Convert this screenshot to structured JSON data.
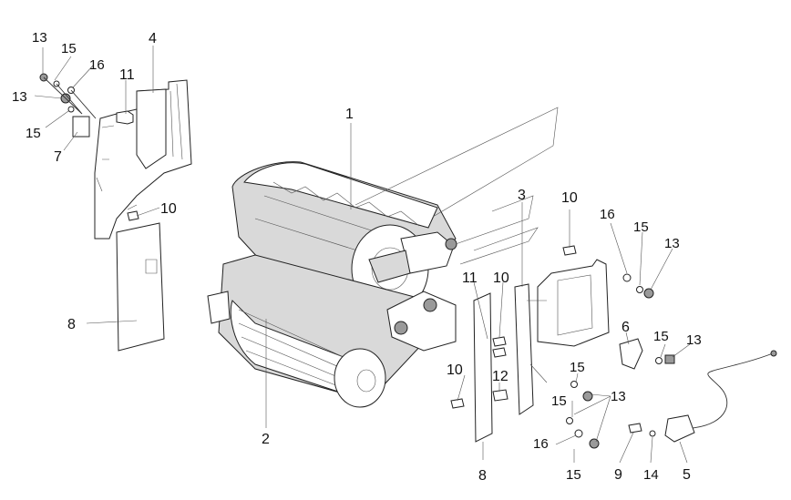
{
  "callouts": {
    "c1": "1",
    "c2": "2",
    "c3": "3",
    "c4": "4",
    "c5": "5",
    "c6": "6",
    "c7": "7",
    "c8a": "8",
    "c8b": "8",
    "c9": "9",
    "c10a": "10",
    "c10b": "10",
    "c10c": "10",
    "c10d": "10",
    "c11a": "11",
    "c11b": "11",
    "c12": "12",
    "c13a": "13",
    "c13b": "13",
    "c13c": "13",
    "c13d": "13",
    "c13e": "13",
    "c14": "14",
    "c15a": "15",
    "c15b": "15",
    "c15c": "15",
    "c15d": "15",
    "c15e": "15",
    "c15f": "15",
    "c15g": "15",
    "c16a": "16",
    "c16b": "16",
    "c16c": "16"
  },
  "colors": {
    "line": "#222222",
    "shade": "#d9d9d9",
    "background": "#ffffff"
  }
}
